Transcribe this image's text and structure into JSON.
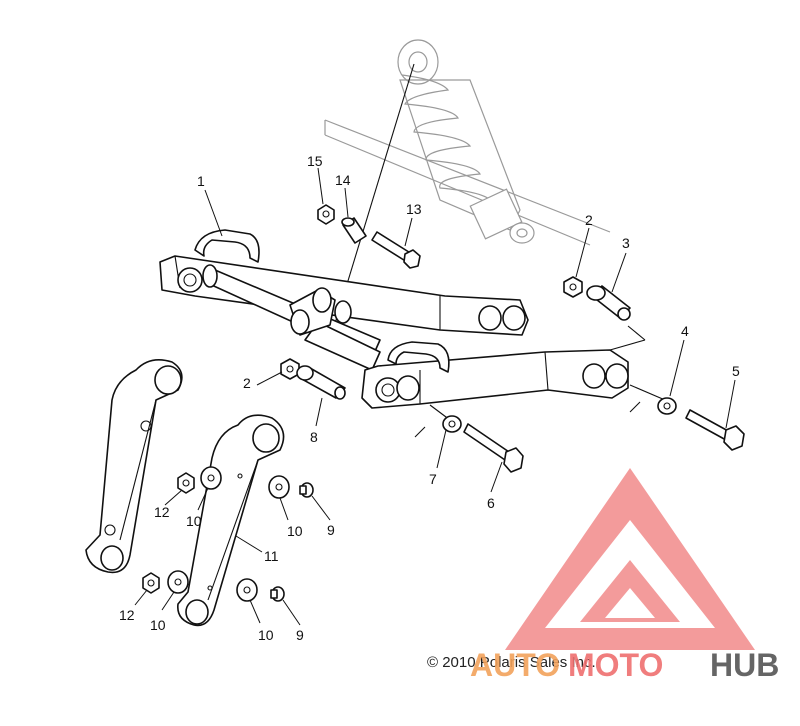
{
  "callouts": [
    "1",
    "2",
    "3",
    "4",
    "5",
    "6",
    "7",
    "8",
    "9",
    "10",
    "11",
    "12",
    "13",
    "14",
    "15"
  ],
  "labels": {
    "c1": "1",
    "c2a": "2",
    "c2b": "2",
    "c3": "3",
    "c4": "4",
    "c5": "5",
    "c6": "6",
    "c7": "7",
    "c8": "8",
    "c9a": "9",
    "c9b": "9",
    "c10a": "10",
    "c10b": "10",
    "c10c": "10",
    "c10d": "10",
    "c11": "11",
    "c12a": "12",
    "c12b": "12",
    "c13": "13",
    "c14": "14",
    "c15": "15"
  },
  "copyright": "© 2010 Polaris Sales Inc.",
  "watermark": {
    "part1": "AUTO",
    "part2": "MOTO",
    "part3": "HUB",
    "colors": {
      "auto": "#f2a25c",
      "moto": "#ef6f6f",
      "hub": "#555555",
      "logo": "#ef7a7a"
    }
  }
}
